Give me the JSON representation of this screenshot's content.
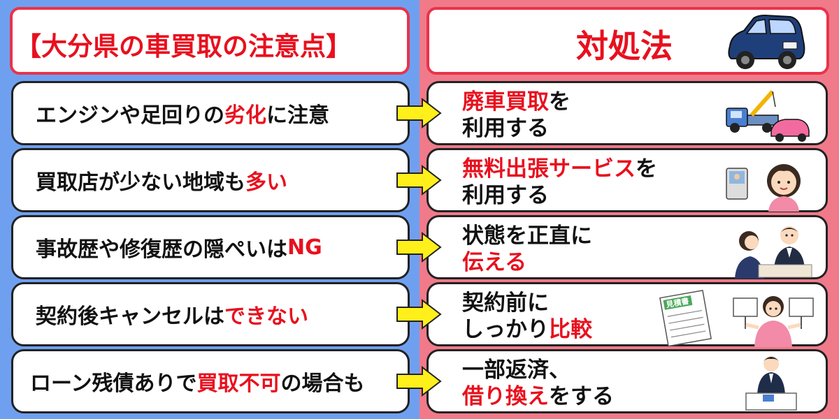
{
  "header": {
    "left_title": "【大分県の車買取の注意点】",
    "right_title": "対処法"
  },
  "rows": [
    {
      "problem": [
        "エンジンや足回りの",
        "劣化",
        "に注意"
      ],
      "solution_line1": [
        "廃車買取",
        "を"
      ],
      "solution_line2": [
        "利用する",
        ""
      ],
      "illustration": "tow-truck-icon"
    },
    {
      "problem": [
        "買取店が少ない地域も",
        "多い",
        ""
      ],
      "solution_line1": [
        "無料出張サービス",
        "を"
      ],
      "solution_line2": [
        "利用する",
        ""
      ],
      "illustration": "woman-intercom-icon"
    },
    {
      "problem": [
        "事故歴や修復歴の隠ぺいは",
        "NG",
        ""
      ],
      "solution_line1": [
        "状態を正直に",
        ""
      ],
      "solution_line2": [
        "",
        "伝える"
      ],
      "illustration": "consultation-icon"
    },
    {
      "problem": [
        "契約後キャンセルは",
        "できない",
        ""
      ],
      "solution_line1": [
        "契約前に",
        ""
      ],
      "solution_line2": [
        "しっかり",
        "比較"
      ],
      "illustration": "estimate-compare-icon"
    },
    {
      "problem": [
        "ローン残債ありで",
        "買取不可",
        "の場合も"
      ],
      "solution_line1": [
        "一部返済、",
        ""
      ],
      "solution_line2": [
        "",
        "借り換え",
        "をする"
      ],
      "illustration": "businessman-desk-icon"
    }
  ],
  "illustration_labels": {
    "estimate_sheet": "見積書"
  },
  "colors": {
    "left_bg": "#6fa0f0",
    "right_bg": "#f07a8a",
    "accent_red": "#e8101e",
    "arrow_yellow": "#ffef1a"
  }
}
